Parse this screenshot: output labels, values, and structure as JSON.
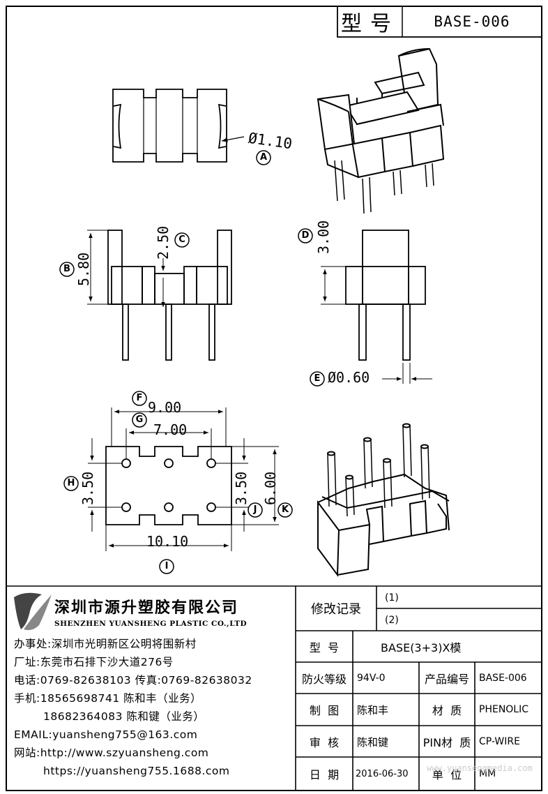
{
  "title_block": {
    "model_label": "型号",
    "model_code": "BASE-006"
  },
  "dimensions": {
    "pin_hole_dia": "Ø1.10",
    "pin_hole_tag": "A",
    "height_total": "5.80",
    "height_total_tag": "B",
    "slot_depth": "2.50",
    "slot_depth_tag": "C",
    "side_height": "3.00",
    "side_height_tag": "D",
    "pin_dia": "Ø0.60",
    "pin_dia_tag": "E",
    "width_outer": "9.00",
    "width_outer_tag": "F",
    "pin_span": "7.00",
    "pin_span_tag": "G",
    "pin_row_pitch_left": "3.50",
    "pin_row_pitch_left_tag": "H",
    "length_total": "10.10",
    "length_total_tag": "I",
    "pin_row_pitch_right": "3.50",
    "pin_row_pitch_right_tag": "J",
    "depth_total": "6.00",
    "depth_total_tag": "K"
  },
  "company": {
    "name_cn": "深圳市源升塑胶有限公司",
    "name_en": "SHENZHEN YUANSHENG PLASTIC CO.,LTD",
    "office": "办事处:深圳市光明新区公明将围新村",
    "factory": "厂址:东莞市石排下沙大道276号",
    "phone": "电话:0769-82638103 传真:0769-82638032",
    "mobile1": "手机:18565698741 陈和丰（业务）",
    "mobile2": "18682364083 陈和键（业务）",
    "email": "EMAIL:yuansheng755@163.com",
    "website1": "网站:http://www.szyuansheng.com",
    "website2": "https://yuansheng755.1688.com"
  },
  "revision": {
    "label": "修改记录",
    "rev1": "(1)",
    "rev2": "(2)"
  },
  "spec": {
    "model_label": "型  号",
    "model_value": "BASE(3+3)X模",
    "fire_label": "防火等级",
    "fire_value": "94V-0",
    "prodno_label": "产品编号",
    "prodno_value": "BASE-006",
    "drawn_label": "制  图",
    "drawn_value": "陈和丰",
    "material_label": "材  质",
    "material_value": "PHENOLIC",
    "checked_label": "审  核",
    "checked_value": "陈和键",
    "pin_material_label": "PIN材  质",
    "pin_material_value": "CP-WIRE",
    "date_label": "日  期",
    "date_value": "2016-06-30",
    "unit_label": "单  位",
    "unit_value": "MM",
    "watermark": "www.yuansengmedia.com"
  }
}
